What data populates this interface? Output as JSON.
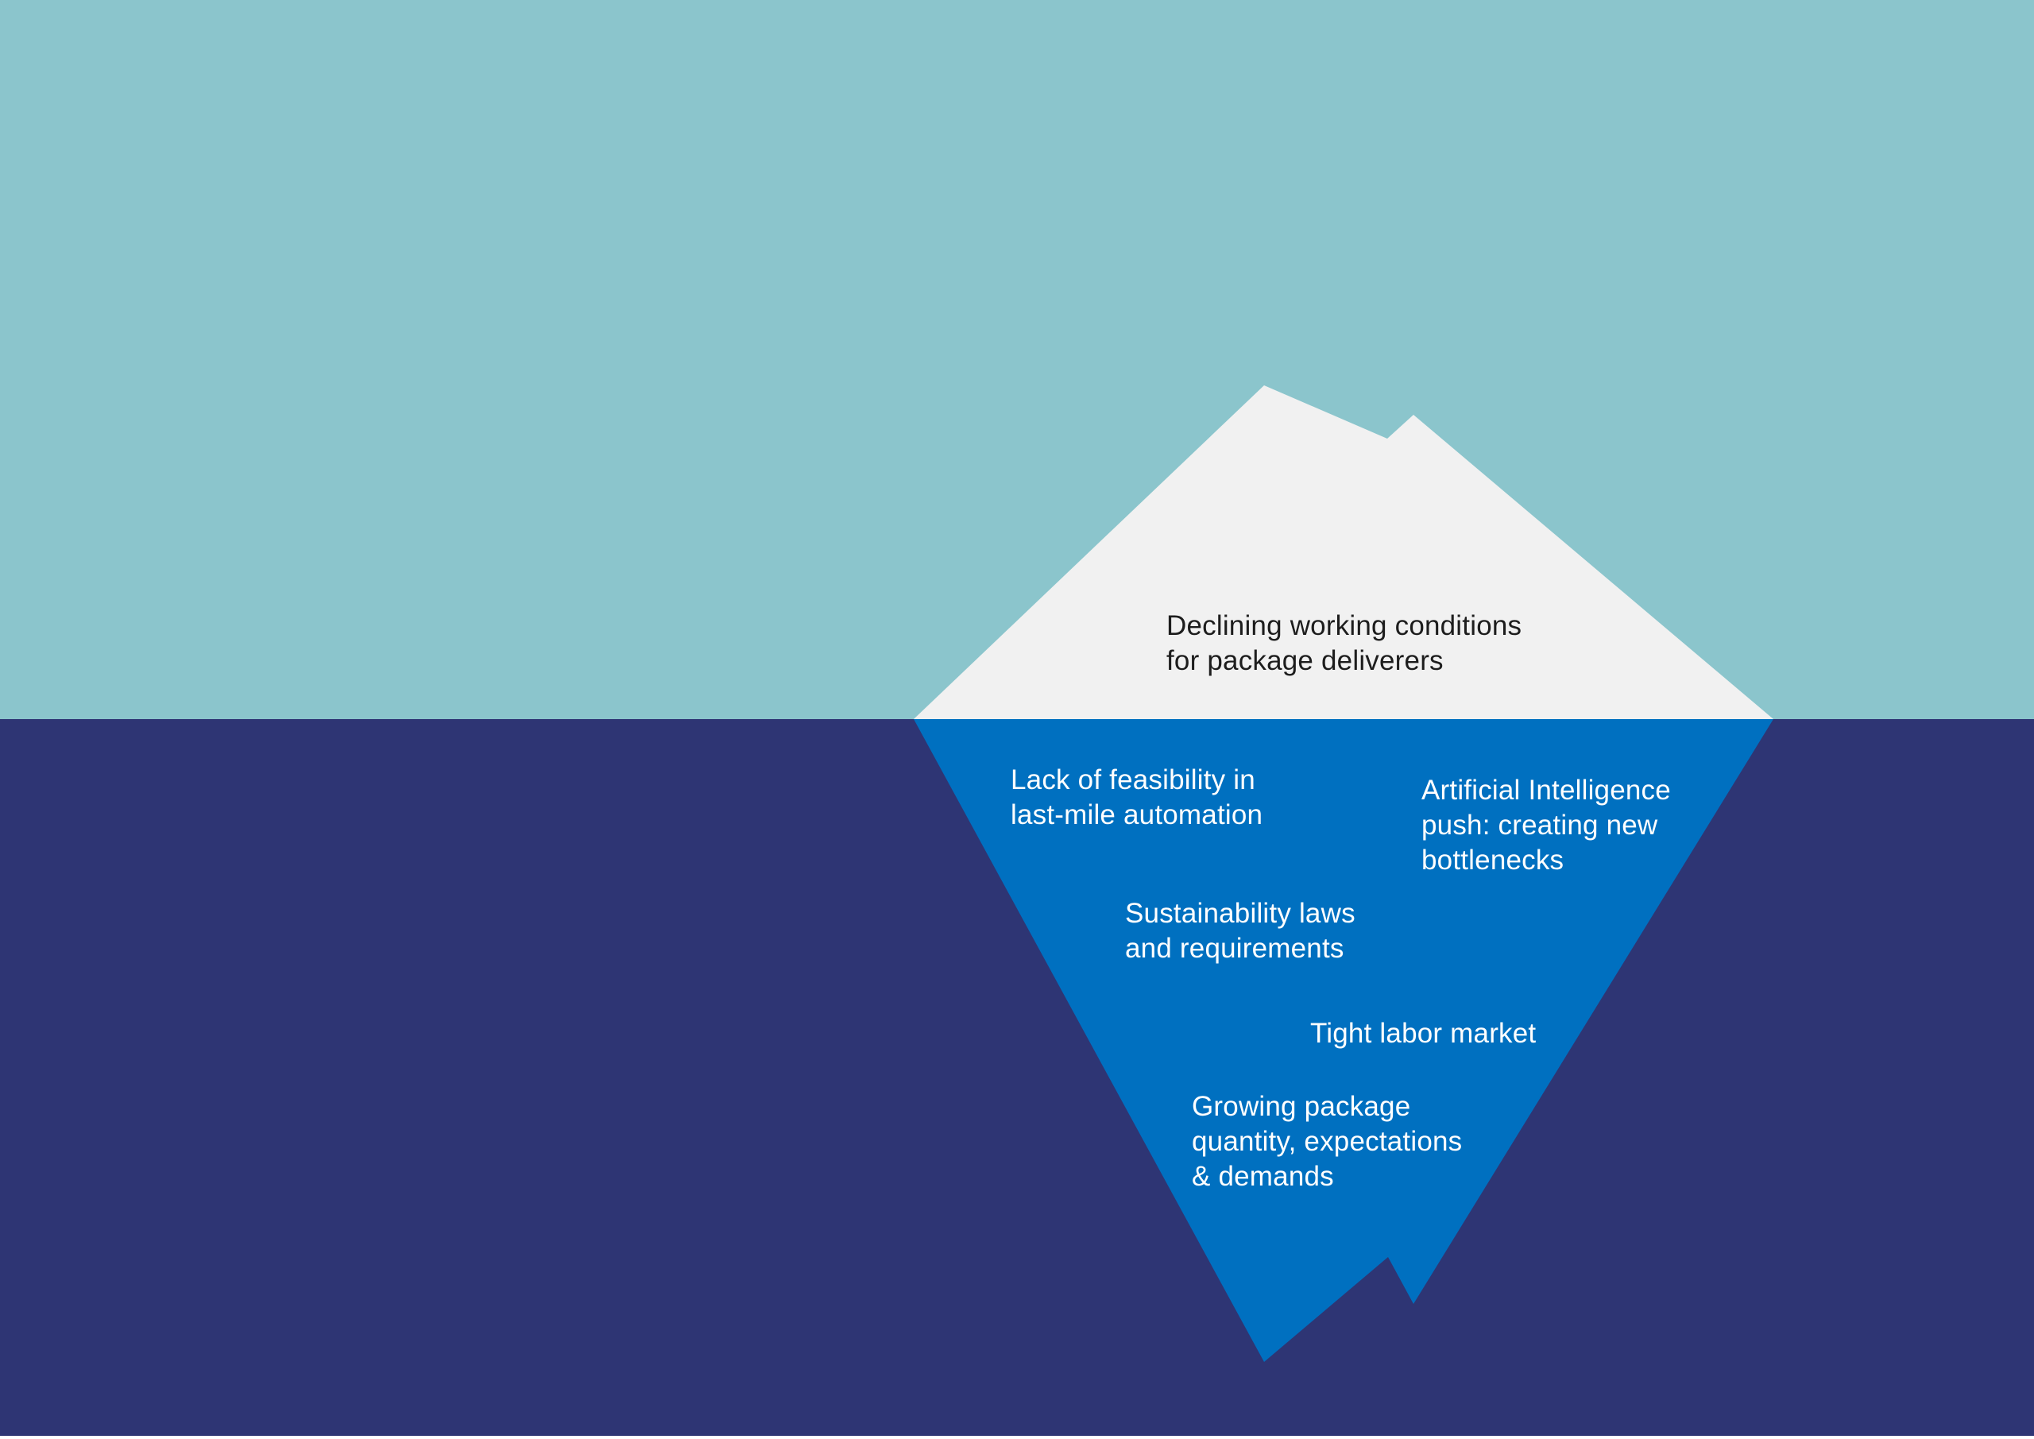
{
  "colors": {
    "sky": "#8bc5cc",
    "sea": "#2e3574",
    "ice_above": "#f1f1f1",
    "ice_below": "#0070c0",
    "text_dark": "#1d1d1d",
    "text_light": "#ffffff"
  },
  "iceberg": {
    "tip": {
      "lines": [
        "Declining working conditions",
        "for package deliverers"
      ]
    },
    "underwater": [
      {
        "id": "automation",
        "lines": [
          "Lack of feasibility in",
          "last-mile automation"
        ]
      },
      {
        "id": "ai",
        "lines": [
          "Artificial Intelligence",
          "push: creating new",
          "bottlenecks"
        ]
      },
      {
        "id": "sustainability",
        "lines": [
          "Sustainability laws",
          "and requirements"
        ]
      },
      {
        "id": "labor",
        "lines": [
          "Tight labor market"
        ]
      },
      {
        "id": "packages",
        "lines": [
          "Growing package",
          "quantity, expectations",
          "& demands"
        ]
      }
    ]
  }
}
